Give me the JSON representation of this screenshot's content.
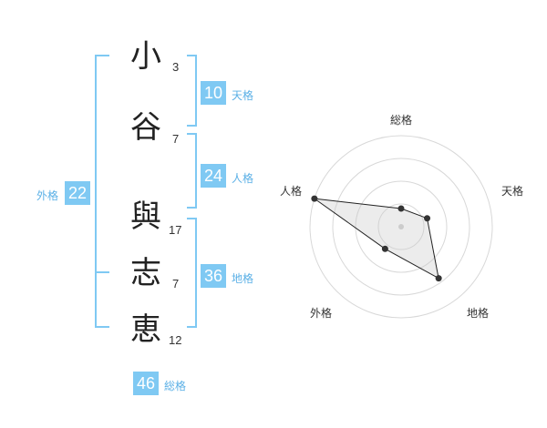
{
  "name": {
    "chars": [
      {
        "char": "小",
        "strokes": "3"
      },
      {
        "char": "谷",
        "strokes": "7"
      },
      {
        "char": "與",
        "strokes": "17"
      },
      {
        "char": "志",
        "strokes": "7"
      },
      {
        "char": "恵",
        "strokes": "12"
      }
    ]
  },
  "fortune": {
    "tenkaku": {
      "value": "10",
      "label": "天格"
    },
    "jinkaku": {
      "value": "24",
      "label": "人格"
    },
    "chikaku": {
      "value": "36",
      "label": "地格"
    },
    "gaikaku": {
      "value": "22",
      "label": "外格"
    },
    "soukaku": {
      "value": "46",
      "label": "総格"
    }
  },
  "colors": {
    "accent": "#7fc9f3",
    "bracket": "#7fc9f3",
    "label": "#5bb0e6"
  },
  "chart_data": {
    "type": "radar",
    "axes": [
      "総格",
      "天格",
      "地格",
      "外格",
      "人格"
    ],
    "values": [
      0.2,
      0.3,
      0.7,
      0.3,
      1.0
    ],
    "rings": 4
  }
}
